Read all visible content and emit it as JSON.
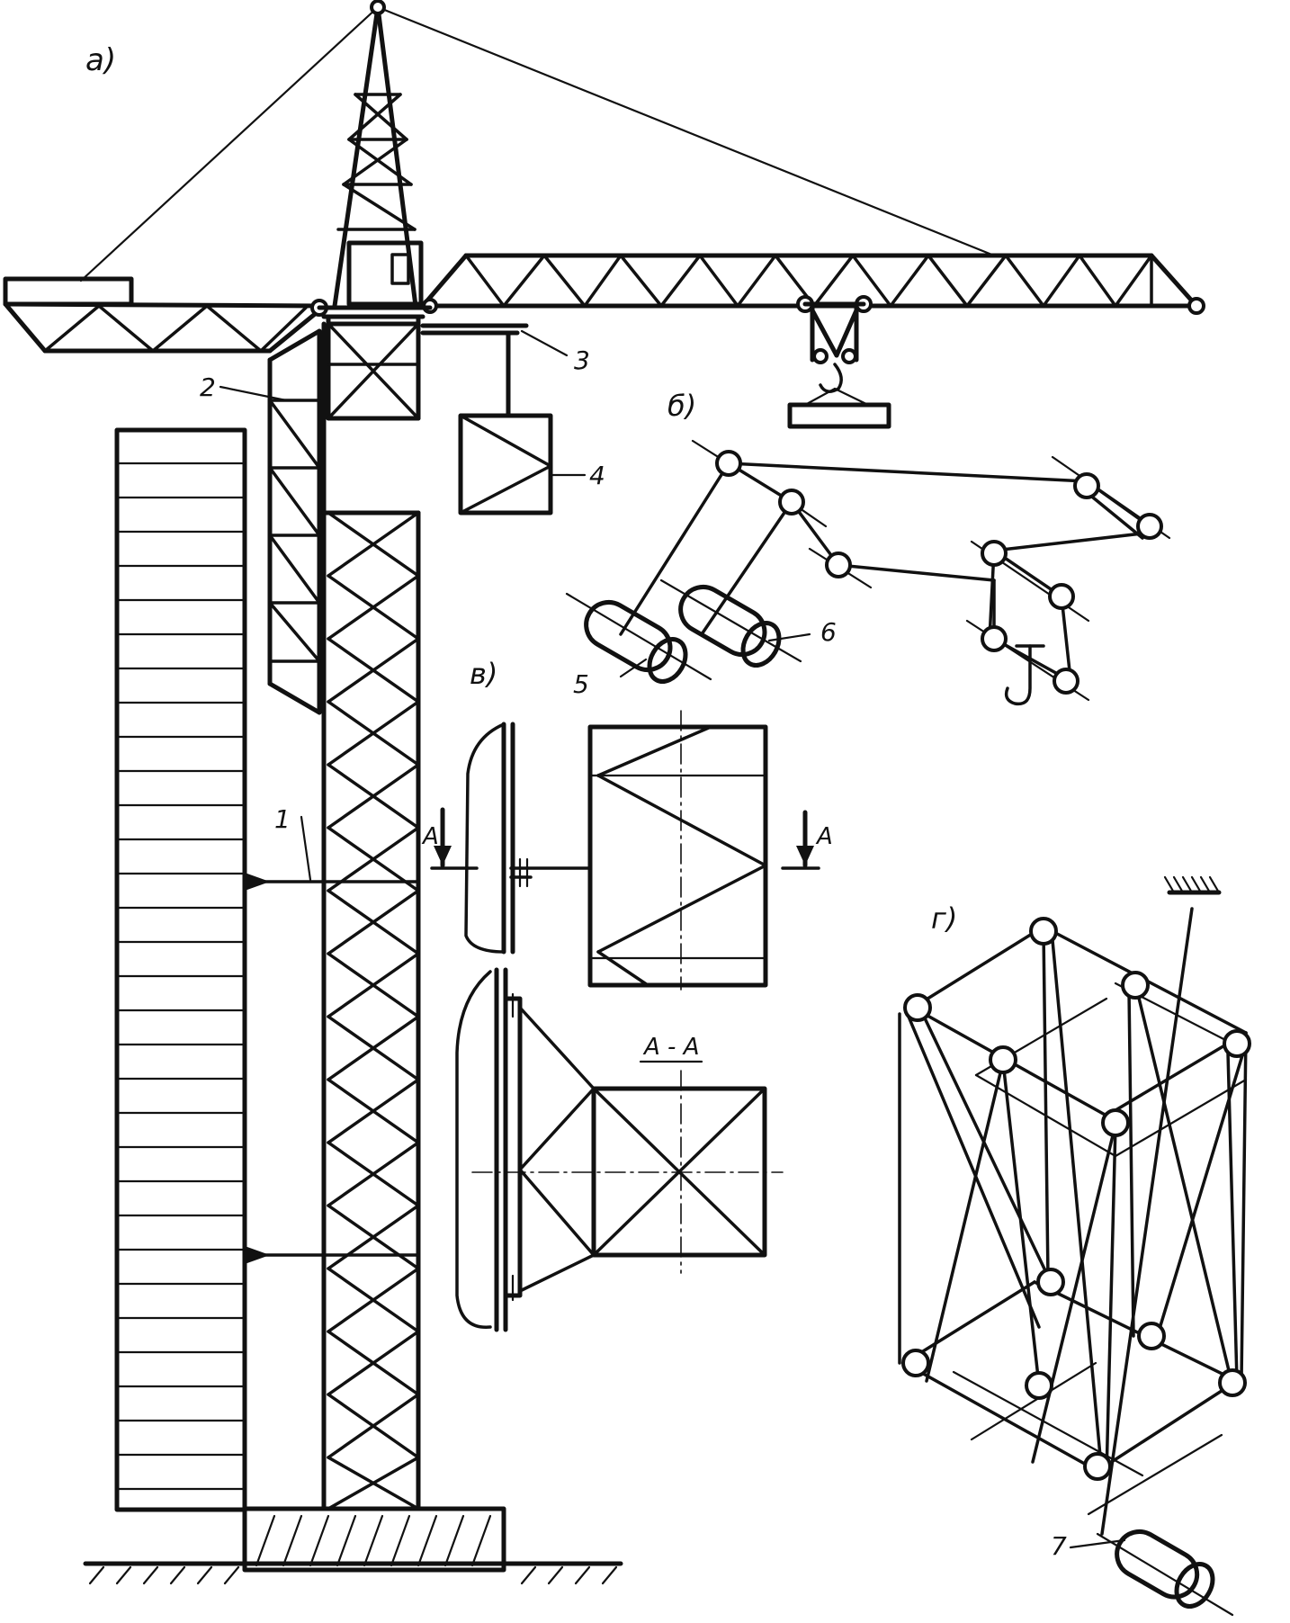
{
  "labels": {
    "a": "а)",
    "b": "б)",
    "v": "в)",
    "g": "г)",
    "n1": "1",
    "n2": "2",
    "n3": "3",
    "n4": "4",
    "n5": "5",
    "n6": "6",
    "n7": "7",
    "sectionA_left": "A",
    "sectionA_right": "A",
    "sectionAA": "A - A"
  }
}
